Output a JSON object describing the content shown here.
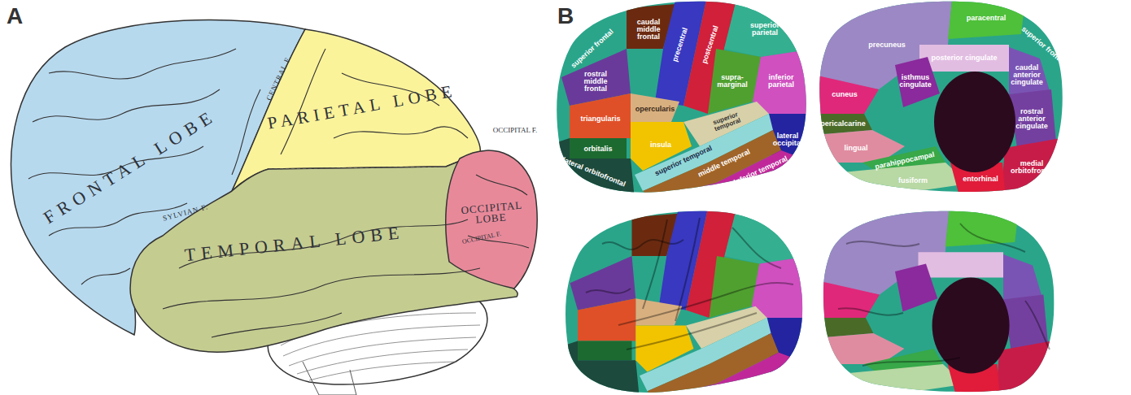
{
  "diagram": {
    "labels": [
      "A",
      "FRONTAL LOBE",
      "PARIETAL LOBE",
      "TEMPORAL LOBE",
      "OCCIPITAL LOBE",
      "CENTRAL F.",
      "SYLVIAN F.",
      "OCCIPITAL F.",
      "OCCIPITAL F.",
      "B",
      "superior frontal",
      "caudal middle frontal",
      "precentral",
      "postcentral",
      "superior parietal",
      "rostral middle frontal",
      "supra-marginal",
      "inferior parietal",
      "opercularis",
      "triangularis",
      "insula",
      "superior temporal",
      "lateral occipital",
      "orbitalis",
      "lateral orbitofrontal",
      "superior temporal",
      "middle temporal",
      "inferior temporal",
      "paracentral",
      "superior frontal",
      "precuneus",
      "posterior cingulate",
      "isthmus cingulate",
      "caudal anterior cingulate",
      "cuneus",
      "rostral anterior cingulate",
      "pericalcarine",
      "lingual",
      "parahippocampal",
      "fusiform",
      "entorhinal",
      "medial orbitofrontal"
    ]
  }
}
